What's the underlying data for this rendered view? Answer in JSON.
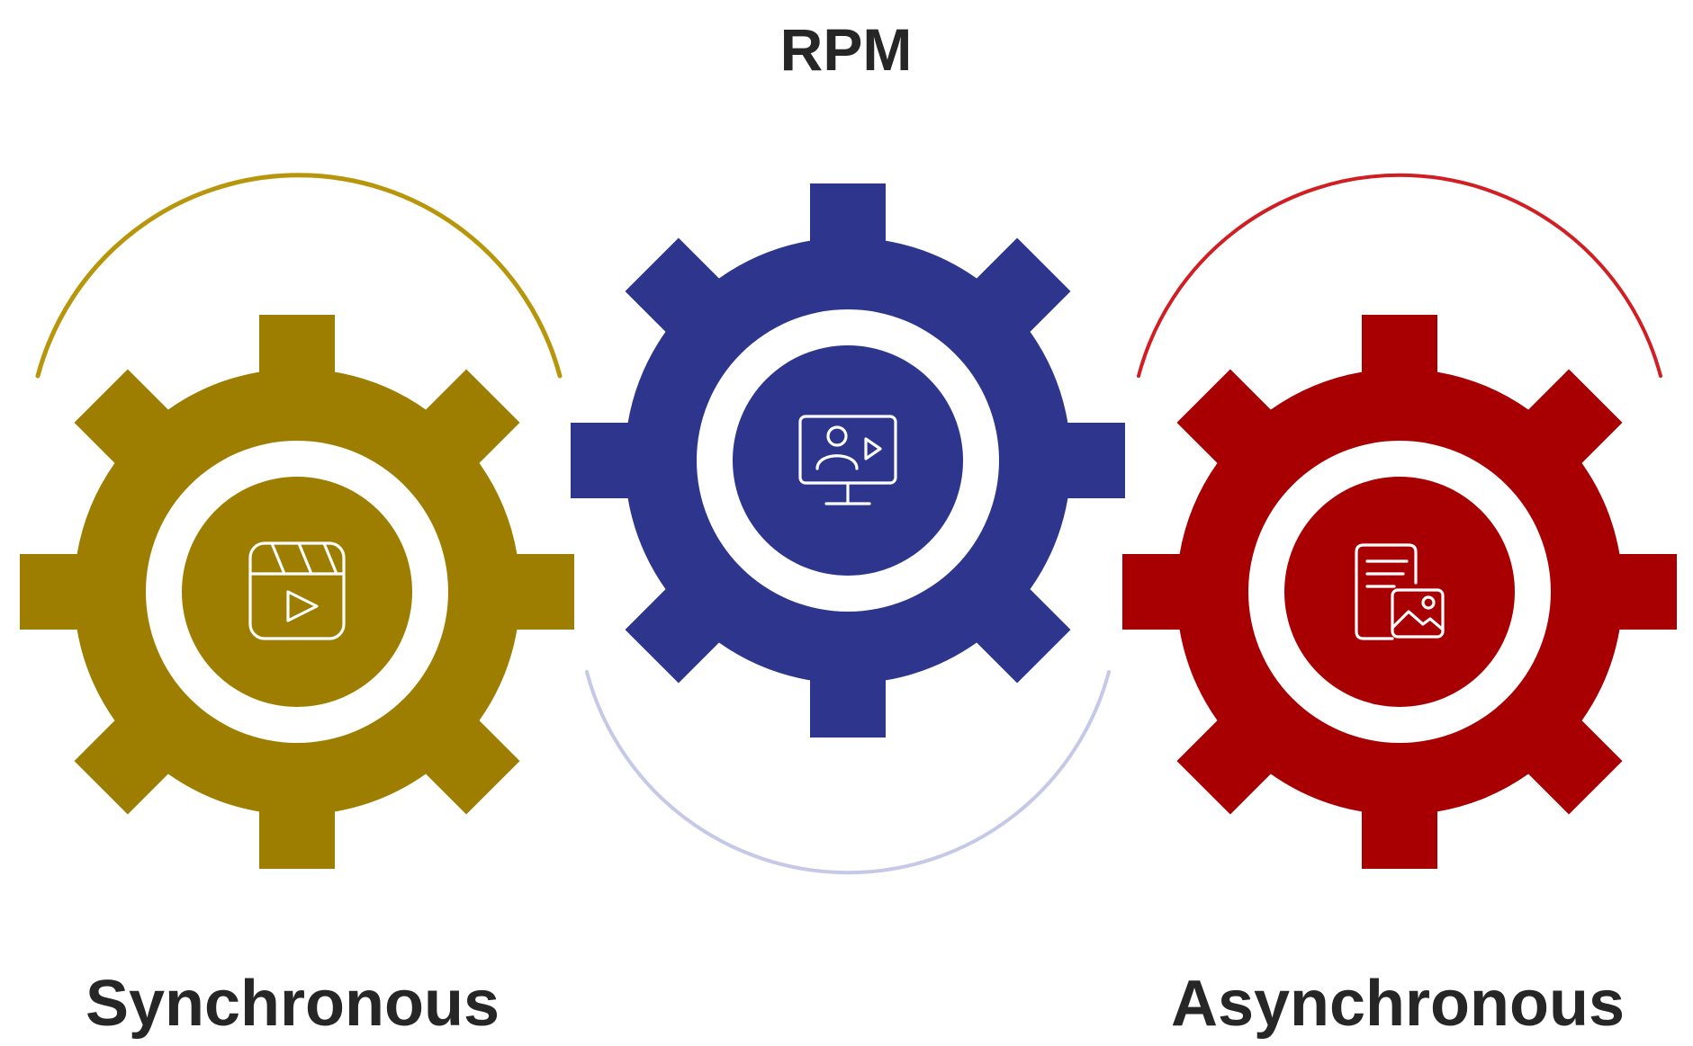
{
  "title": "RPM",
  "gears": [
    {
      "id": "synchronous",
      "label": "Synchronous",
      "color": "#9E7E00",
      "arc_color": "#B8960C",
      "icon": "video-clapper-play-icon"
    },
    {
      "id": "rpm",
      "label": "",
      "color": "#2D368C",
      "arc_color": "#C5C8E6",
      "icon": "monitor-presenter-play-icon"
    },
    {
      "id": "asynchronous",
      "label": "Asynchronous",
      "color": "#A80002",
      "arc_color": "#D01E22",
      "icon": "document-image-icon"
    }
  ]
}
